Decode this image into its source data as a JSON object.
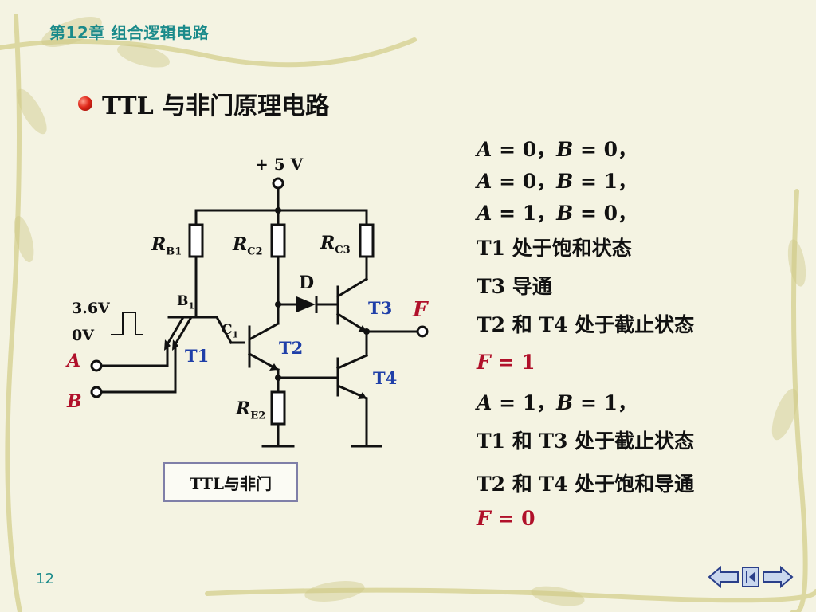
{
  "header": {
    "chapter": "第12章   组合逻辑电路"
  },
  "title": "TTL 与非门原理电路",
  "circuit": {
    "supply": "+ 5 V",
    "rb1": "R",
    "rb1_sub": "B1",
    "rc2": "R",
    "rc2_sub": "C2",
    "rc3": "R",
    "rc3_sub": "C3",
    "re2": "R",
    "re2_sub": "E2",
    "diode": "D",
    "b1": "B",
    "b1_sub": "1",
    "c1": "C",
    "c1_sub": "1",
    "t1": "T1",
    "t2": "T2",
    "t3": "T3",
    "t4": "T4",
    "output": "F",
    "input_a": "A",
    "input_b": "B",
    "high_level": "3.6V",
    "low_level": "0V"
  },
  "caption": "TTL与非门",
  "lines": [
    {
      "parts": [
        {
          "t": "A",
          "i": true
        },
        {
          "t": " = 0，"
        },
        {
          "t": "B",
          "i": true
        },
        {
          "t": " = 0，"
        }
      ],
      "color": "black"
    },
    {
      "parts": [
        {
          "t": "A",
          "i": true
        },
        {
          "t": " = 0，"
        },
        {
          "t": "B",
          "i": true
        },
        {
          "t": " = 1，"
        }
      ],
      "color": "black"
    },
    {
      "parts": [
        {
          "t": "A",
          "i": true
        },
        {
          "t": " = 1，"
        },
        {
          "t": "B",
          "i": true
        },
        {
          "t": " = 0，"
        }
      ],
      "color": "black"
    },
    {
      "parts": [
        {
          "t": "T1  处于饱和状态"
        }
      ],
      "color": "black"
    },
    {
      "parts": [
        {
          "t": "T3  导通"
        }
      ],
      "color": "black"
    },
    {
      "parts": [
        {
          "t": "T2 和 T4 处于截止状态"
        }
      ],
      "color": "black"
    },
    {
      "parts": [
        {
          "t": "F",
          "i": true
        },
        {
          "t": " = 1"
        }
      ],
      "color": "red"
    },
    {
      "parts": [
        {
          "t": "A",
          "i": true
        },
        {
          "t": " = 1，"
        },
        {
          "t": "B",
          "i": true
        },
        {
          "t": " = 1，"
        }
      ],
      "color": "black"
    },
    {
      "parts": [
        {
          "t": "T1 和 T3 处于截止状态"
        }
      ],
      "color": "black"
    },
    {
      "parts": [
        {
          "t": "T2 和 T4 处于饱和导通"
        }
      ],
      "color": "black"
    },
    {
      "parts": [
        {
          "t": "F",
          "i": true
        },
        {
          "t": " = 0"
        }
      ],
      "color": "red"
    }
  ],
  "page_number": "12",
  "nav": {
    "prev_icon": "left-arrow-icon",
    "home_icon": "end-icon",
    "next_icon": "right-arrow-icon"
  },
  "colors": {
    "header": "#1a8a8a",
    "red": "#b0102a",
    "label_blue": "#1f3fa8",
    "background": "#f4f3e2"
  }
}
